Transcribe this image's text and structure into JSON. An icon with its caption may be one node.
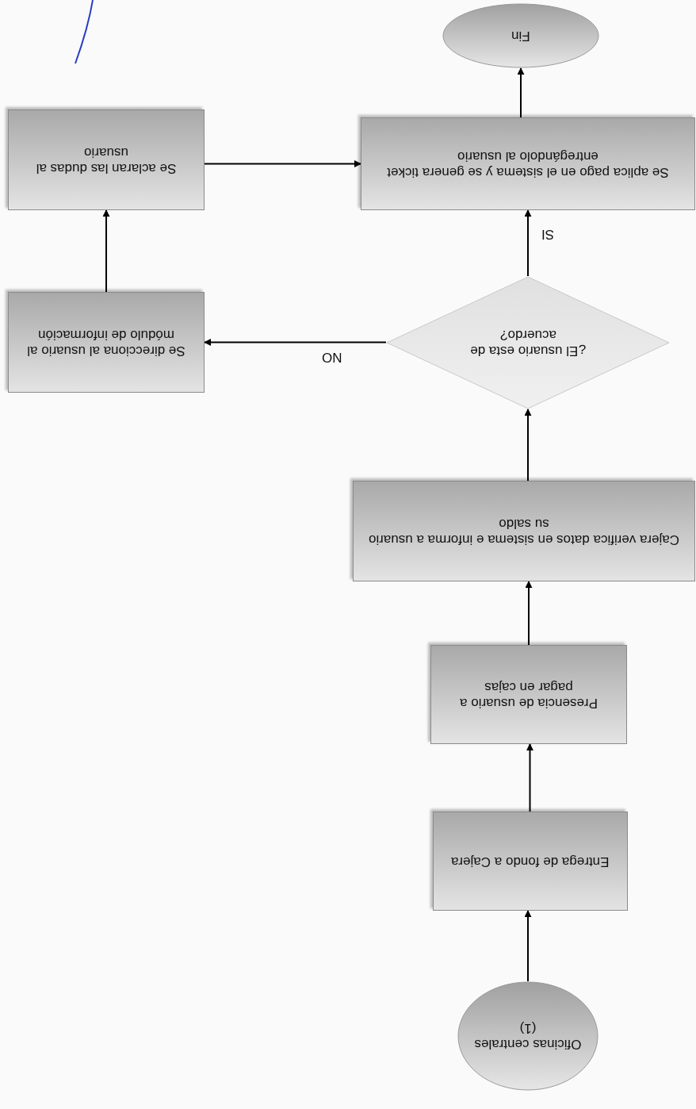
{
  "diagram": {
    "nodes": [
      {
        "text": [
          "Oficinas centrales (1)"
        ]
      },
      {
        "text": [
          "Entrega de fondo a Cajera"
        ]
      },
      {
        "text": [
          "Presencia de usuario a pagar en cajas"
        ]
      },
      {
        "text": [
          "Cajera verifica datos en sistema e informa a usuario su saldo"
        ]
      },
      {
        "text": [
          "¿El usuario esta de acuerdo?"
        ]
      },
      {
        "text": [
          "Se aplica pago en el sistema y se genera ticket entregándolo al usuario"
        ]
      },
      {
        "text": [
          "Fin"
        ]
      },
      {
        "text": [
          "Se direcciona al usuario al módulo de información"
        ]
      },
      {
        "text": [
          "Se aclaran las dudas al usuario"
        ]
      }
    ],
    "edges": [
      {
        "from": 0,
        "to": 1,
        "arrow": "to"
      },
      {
        "from": 1,
        "to": 2,
        "arrow": "to"
      },
      {
        "from": 2,
        "to": 3,
        "arrow": "to"
      },
      {
        "from": 3,
        "to": 4,
        "arrow": "to"
      },
      {
        "from": 4,
        "to": 5,
        "arrow": "to",
        "label": "SI"
      },
      {
        "from": 5,
        "to": 6,
        "arrow": "to"
      },
      {
        "from": 4,
        "to": 7,
        "arrow": "to",
        "label": "NO"
      },
      {
        "from": 7,
        "to": 8,
        "arrow": "to"
      },
      {
        "from": 8,
        "to": 5,
        "arrow": "to"
      }
    ]
  }
}
